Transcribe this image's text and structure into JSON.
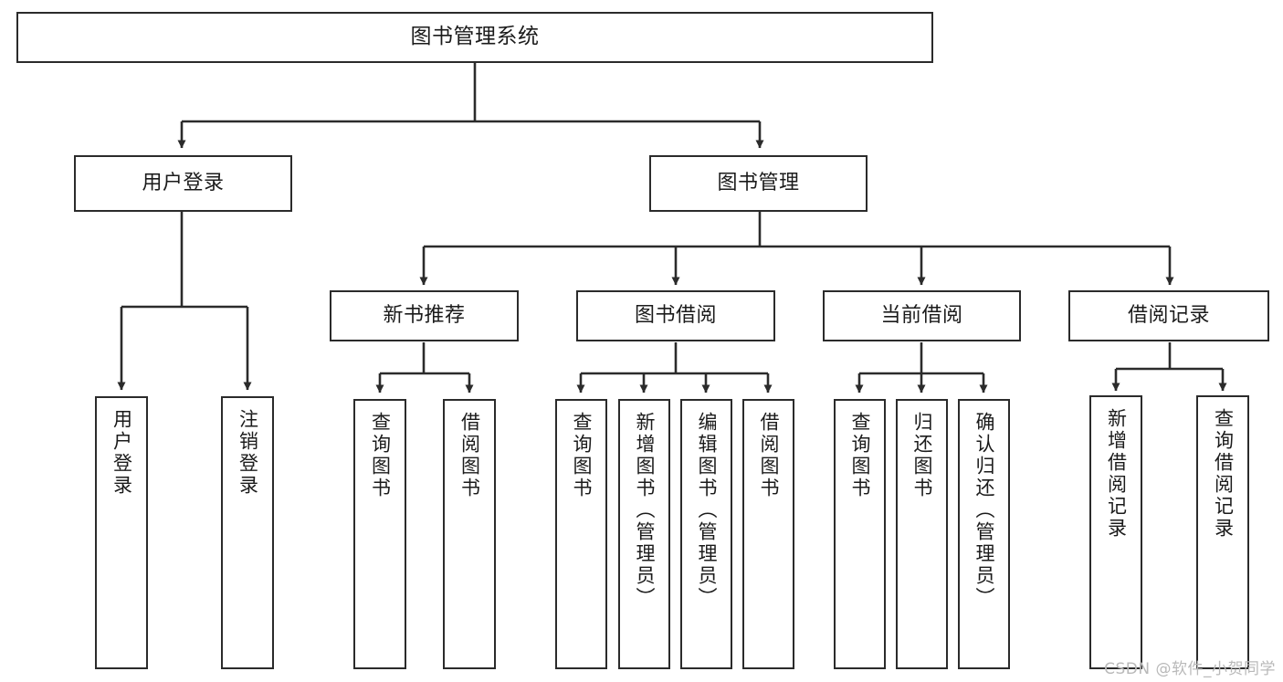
{
  "diagram": {
    "type": "tree",
    "title": "图书管理系统",
    "watermark": "CSDN @软件_小贺同学",
    "colors": {
      "node_border": "#2b2b2b",
      "node_fill": "#ffffff",
      "edge": "#2b2b2b",
      "text": "#1b1b1b",
      "watermark": "#b9b9b9",
      "background": "#ffffff"
    },
    "nodes": {
      "root": {
        "label": "图书管理系统"
      },
      "level2": [
        {
          "id": "user-login",
          "label": "用户登录"
        },
        {
          "id": "book-manage",
          "label": "图书管理"
        }
      ],
      "level3": [
        {
          "id": "new-book-recommend",
          "label": "新书推荐"
        },
        {
          "id": "book-borrow",
          "label": "图书借阅"
        },
        {
          "id": "current-borrow",
          "label": "当前借阅"
        },
        {
          "id": "borrow-record",
          "label": "借阅记录"
        }
      ],
      "leaves": {
        "user-login": [
          {
            "id": "leaf-user-login",
            "label": "用户登录"
          },
          {
            "id": "leaf-user-logout",
            "label": "注销登录"
          }
        ],
        "new-book-recommend": [
          {
            "id": "leaf-query-book-1",
            "label": "查询图书"
          },
          {
            "id": "leaf-borrow-book-1",
            "label": "借阅图书"
          }
        ],
        "book-borrow": [
          {
            "id": "leaf-query-book-2",
            "label": "查询图书"
          },
          {
            "id": "leaf-add-book",
            "label": "新增图书（管理员）"
          },
          {
            "id": "leaf-edit-book",
            "label": "编辑图书（管理员）"
          },
          {
            "id": "leaf-borrow-book-2",
            "label": "借阅图书"
          }
        ],
        "current-borrow": [
          {
            "id": "leaf-query-book-3",
            "label": "查询图书"
          },
          {
            "id": "leaf-return-book",
            "label": "归还图书"
          },
          {
            "id": "leaf-confirm-return",
            "label": "确认归还（管理员）"
          }
        ],
        "borrow-record": [
          {
            "id": "leaf-add-record",
            "label": "新增借阅记录"
          },
          {
            "id": "leaf-query-record",
            "label": "查询借阅记录"
          }
        ]
      }
    }
  }
}
